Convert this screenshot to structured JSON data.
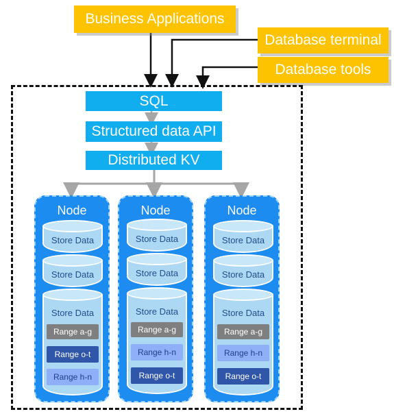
{
  "clients": {
    "business_applications": "Business Applications",
    "database_terminal": "Database terminal",
    "database_tools": "Database tools"
  },
  "layers": {
    "sql": "SQL",
    "structured_data_api": "Structured data API",
    "distributed_kv": "Distributed KV"
  },
  "nodes": [
    {
      "title": "Node",
      "store_1": "Store Data",
      "store_2": "Store Data",
      "store_3": "Store Data",
      "ranges": [
        "Range a-g",
        "Range o-t",
        "Range h-n"
      ]
    },
    {
      "title": "Node",
      "store_1": "Store Data",
      "store_2": "Store Data",
      "store_3": "Store Data",
      "ranges": [
        "Range a-g",
        "Range h-n",
        "Range o-t"
      ]
    },
    {
      "title": "Node",
      "store_1": "Store Data",
      "store_2": "Store Data",
      "store_3": "Store Data",
      "ranges": [
        "Range a-g",
        "Range h-n",
        "Range o-t"
      ]
    }
  ],
  "colors": {
    "client_box": "#FDC300",
    "layer_box": "#10AEEF",
    "node_bg": "#1C8CF0",
    "range_gray": "#7F7F7F",
    "range_dark_blue": "#2F56A8",
    "range_light_blue": "#8FB0F7"
  }
}
